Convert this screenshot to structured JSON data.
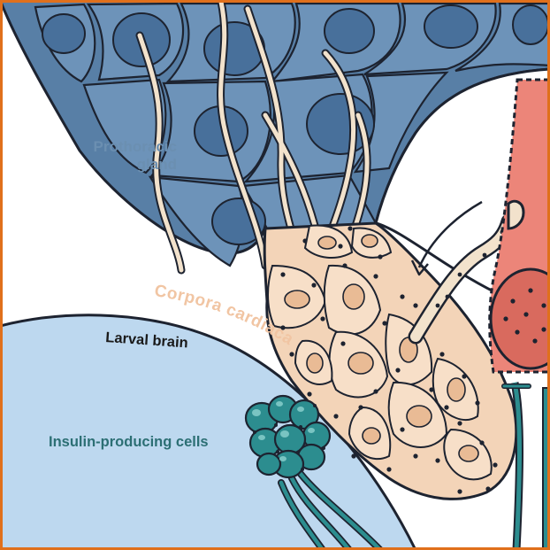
{
  "labels": {
    "prothoracic_gland": [
      "Prothoracic",
      "gland"
    ],
    "corpora_cardiaca": "Corpora cardiaca",
    "larval_brain": "Larval brain",
    "insulin_producing_cells": "Insulin-producing cells"
  },
  "colors": {
    "frame": "#e0701c",
    "gland_fill": "#587fa6",
    "gland_cell": "#6d93b9",
    "nucleus": "#48709b",
    "cc_fill": "#f3d4b8",
    "cc_cell": "#f7dfc8",
    "brain": "#bdd8ef",
    "ipc": "#2c8d8f",
    "vessel": "#ec8579",
    "axon": "#f2e2cc",
    "outline": "#1d2330"
  }
}
